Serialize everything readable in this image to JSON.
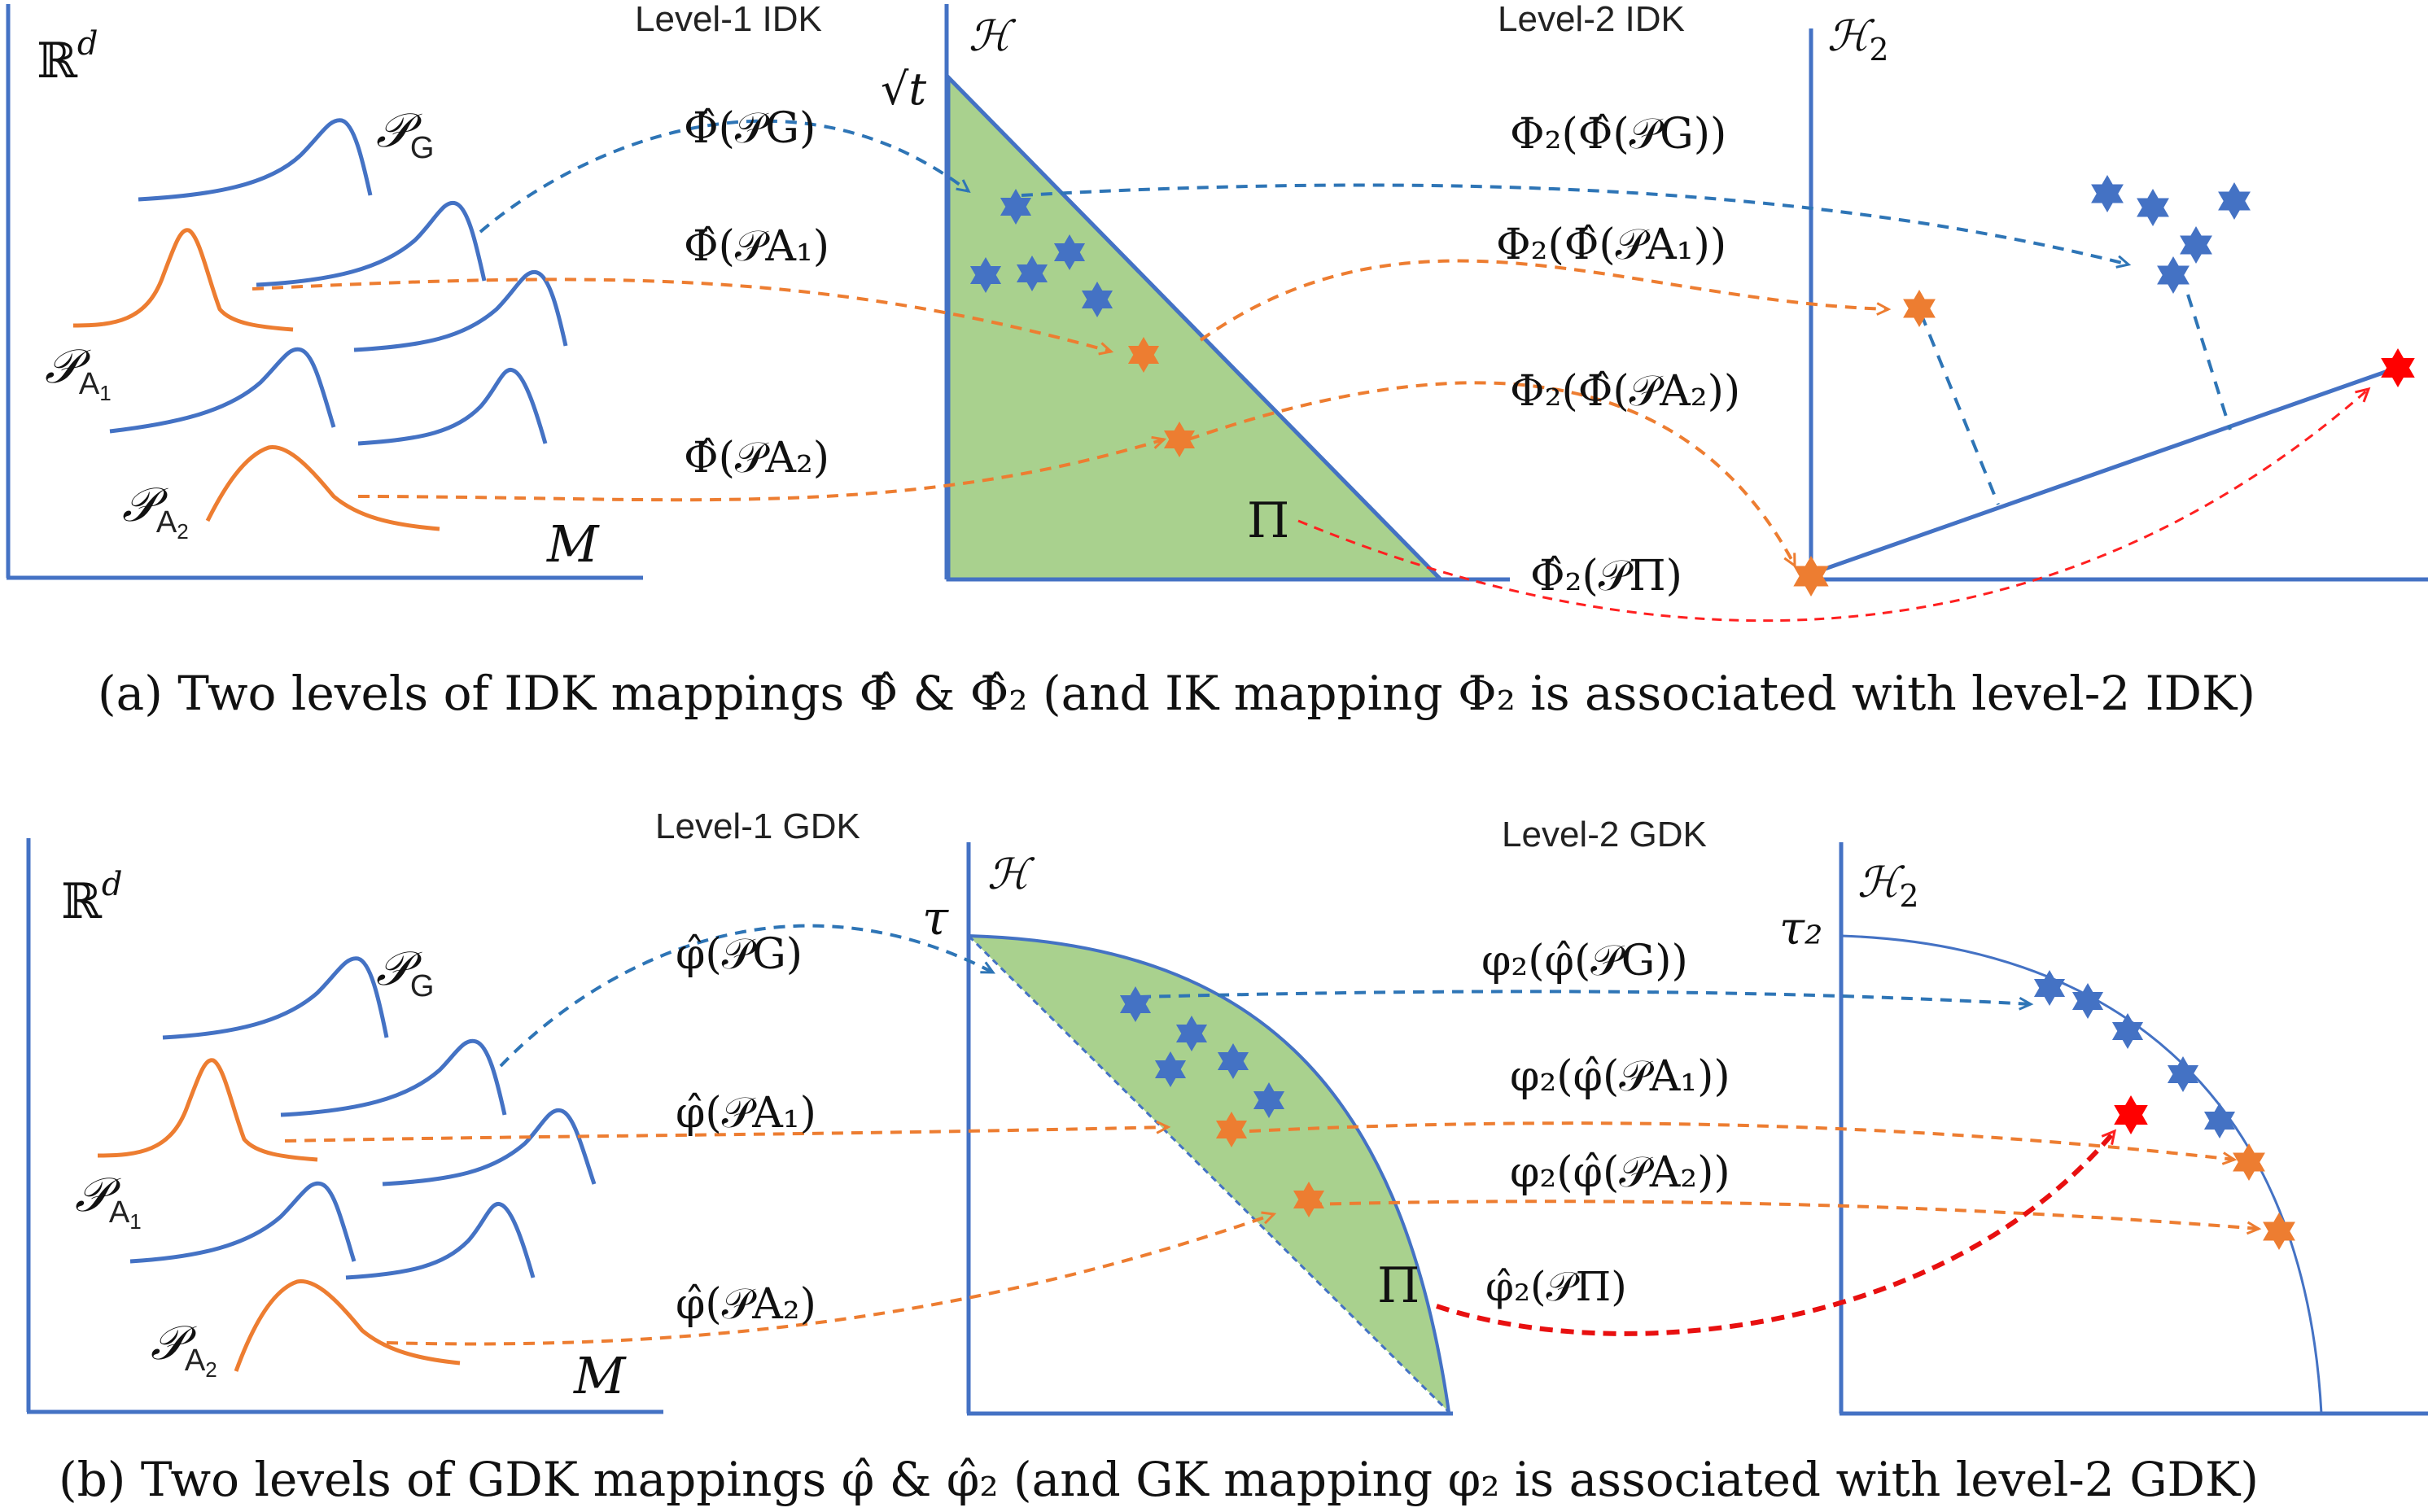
{
  "colors": {
    "axis_blue": "#4472c4",
    "dashed_blue": "#2e75b6",
    "orange": "#ed7d31",
    "red": "#ff0000",
    "region_green": "#a9d18e",
    "star_blue": "#4472c4",
    "star_orange": "#ed7d31"
  },
  "panel_a": {
    "input_space": "ℝ",
    "input_space_exp": "d",
    "dist_G": "𝒫",
    "dist_G_sub": "G",
    "dist_A1": "𝒫",
    "dist_A1_sub": "A",
    "dist_A1_subsub": "1",
    "dist_A2": "𝒫",
    "dist_A2_sub": "A",
    "dist_A2_subsub": "2",
    "m_label": "M",
    "level1_title": "Level-1 IDK",
    "level2_title": "Level-2 IDK",
    "h_label": "ℋ",
    "h2_label": "ℋ",
    "h2_sub": "2",
    "sqrt_label": "√t",
    "pi_label": "Π",
    "map_G": "Φ̂(𝒫G)",
    "map_A1": "Φ̂(𝒫A₁)",
    "map_A2": "Φ̂(𝒫A₂)",
    "map2_G": "Φ₂(Φ̂(𝒫G))",
    "map2_A1": "Φ₂(Φ̂(𝒫A₁))",
    "map2_A2": "Φ₂(Φ̂(𝒫A₂))",
    "map2_pi": "Φ̂₂(𝒫Π)",
    "caption": "(a) Two levels of IDK mappings Φ̂ & Φ̂₂ (and IK mapping Φ₂ is associated with level-2 IDK)"
  },
  "panel_b": {
    "input_space": "ℝ",
    "input_space_exp": "d",
    "dist_G": "𝒫",
    "dist_G_sub": "G",
    "dist_A1": "𝒫",
    "dist_A1_sub": "A",
    "dist_A1_subsub": "1",
    "dist_A2": "𝒫",
    "dist_A2_sub": "A",
    "dist_A2_subsub": "2",
    "m_label": "M",
    "level1_title": "Level-1 GDK",
    "level2_title": "Level-2 GDK",
    "h_label": "ℋ",
    "h2_label": "ℋ",
    "h2_sub": "2",
    "tau_label": "τ",
    "tau2_label": "τ₂",
    "pi_label": "Π",
    "map_G": "φ̂(𝒫G)",
    "map_A1": "φ̂(𝒫A₁)",
    "map_A2": "φ̂(𝒫A₂)",
    "map2_G": "φ₂(φ̂(𝒫G))",
    "map2_A1": "φ₂(φ̂(𝒫A₁))",
    "map2_A2": "φ₂(φ̂(𝒫A₂))",
    "map2_pi": "φ̂₂(𝒫Π)",
    "caption": "(b) Two levels of GDK mappings φ̂ & φ̂₂ (and GK mapping φ₂ is associated with level-2 GDK)"
  }
}
